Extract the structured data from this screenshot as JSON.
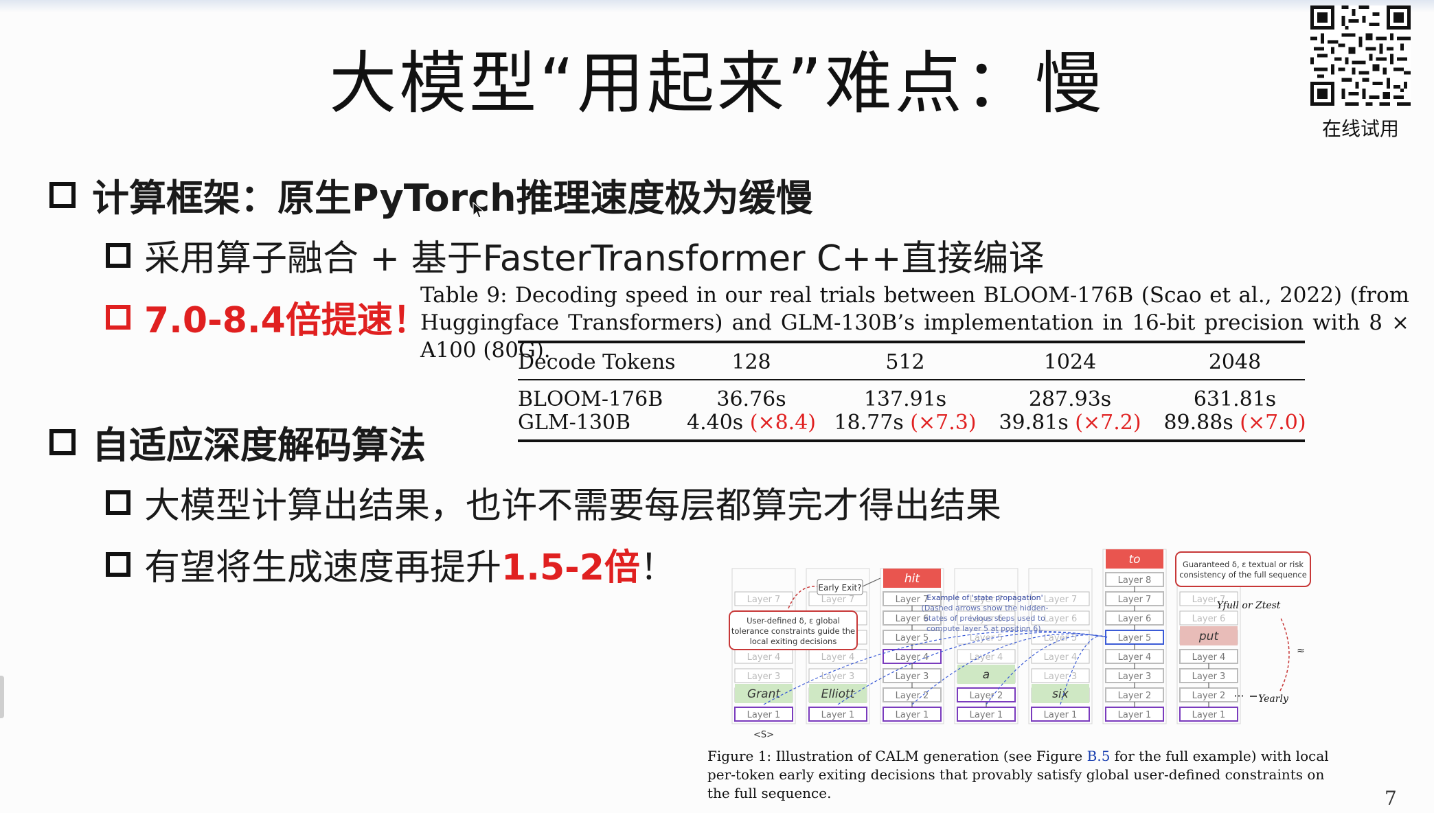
{
  "slide": {
    "title": "大模型“用起来”难点：慢",
    "qr_label": "在线试用",
    "page_number": "7"
  },
  "bullets": {
    "b1": {
      "text": "计算框架：原生PyTorch推理速度极为缓慢"
    },
    "b1a": {
      "text": "采用算子融合 + 基于FasterTransformer C++直接编译"
    },
    "b1b": {
      "text": "7.0-8.4倍提速！"
    },
    "b2": {
      "text": "自适应深度解码算法"
    },
    "b2a": {
      "text": "大模型计算出结果，也许不需要每层都算完才得出结果"
    },
    "b2b": {
      "prefix": "有望将生成速度再提升",
      "highlight": "1.5-2倍",
      "suffix": "！"
    }
  },
  "table": {
    "caption": "Table 9: Decoding speed in our real trials between BLOOM-176B (Scao et al., 2022) (from Huggingface Transformers) and GLM-130B’s implementation in 16-bit precision with 8 × A100 (80G).",
    "headers": [
      "Decode Tokens",
      "128",
      "512",
      "1024",
      "2048"
    ],
    "rows": [
      {
        "label": "BLOOM-176B",
        "cells": [
          {
            "value": "36.76s",
            "mult": ""
          },
          {
            "value": "137.91s",
            "mult": ""
          },
          {
            "value": "287.93s",
            "mult": ""
          },
          {
            "value": "631.81s",
            "mult": ""
          }
        ]
      },
      {
        "label": "GLM-130B",
        "cells": [
          {
            "value": "4.40s",
            "mult": "(×8.4)"
          },
          {
            "value": "18.77s",
            "mult": "(×7.3)"
          },
          {
            "value": "39.81s",
            "mult": "(×7.2)"
          },
          {
            "value": "89.88s",
            "mult": "(×7.0)"
          }
        ]
      }
    ]
  },
  "figure": {
    "tokens": [
      "Grant",
      "Elliott",
      "hit",
      "a",
      "six",
      "to",
      "put"
    ],
    "start_token": "<S>",
    "layers": [
      "Layer 1",
      "Layer 2",
      "Layer 3",
      "Layer 4",
      "Layer 5",
      "Layer 6",
      "Layer 7",
      "Layer 8"
    ],
    "early_exit_label": "Early Exit?",
    "constraint_note": [
      "User-defined δ, ε global",
      "tolerance constraints guide the",
      "local exiting decisions"
    ],
    "state_note": [
      "Example of 'state propagation'",
      "(Dashed arrows show the hidden-",
      "states of previous steps used to",
      "compute layer 5 at position 6)."
    ],
    "guarantee_note": [
      "Guaranteed δ, ε textual or risk",
      "consistency of the full sequence"
    ],
    "y_full": "Yfull or Ztest",
    "y_early": "Yearly",
    "approx": "≈",
    "ellipsis": "···",
    "caption_before": "Figure 1: Illustration of CALM generation (see Figure ",
    "caption_ref": "B.5",
    "caption_after": " for the full example) with local per-token early exiting decisions that provably satisfy global user-defined constraints on the full sequence."
  },
  "colors": {
    "accent_red": "#e02020",
    "token_green": "#cfe8c4",
    "token_red": "#e9554f",
    "token_pink": "#e8bcb8",
    "layer_blue": "#3b5bd6",
    "layer_purple": "#7a3bbd",
    "note_red": "#c73737"
  }
}
